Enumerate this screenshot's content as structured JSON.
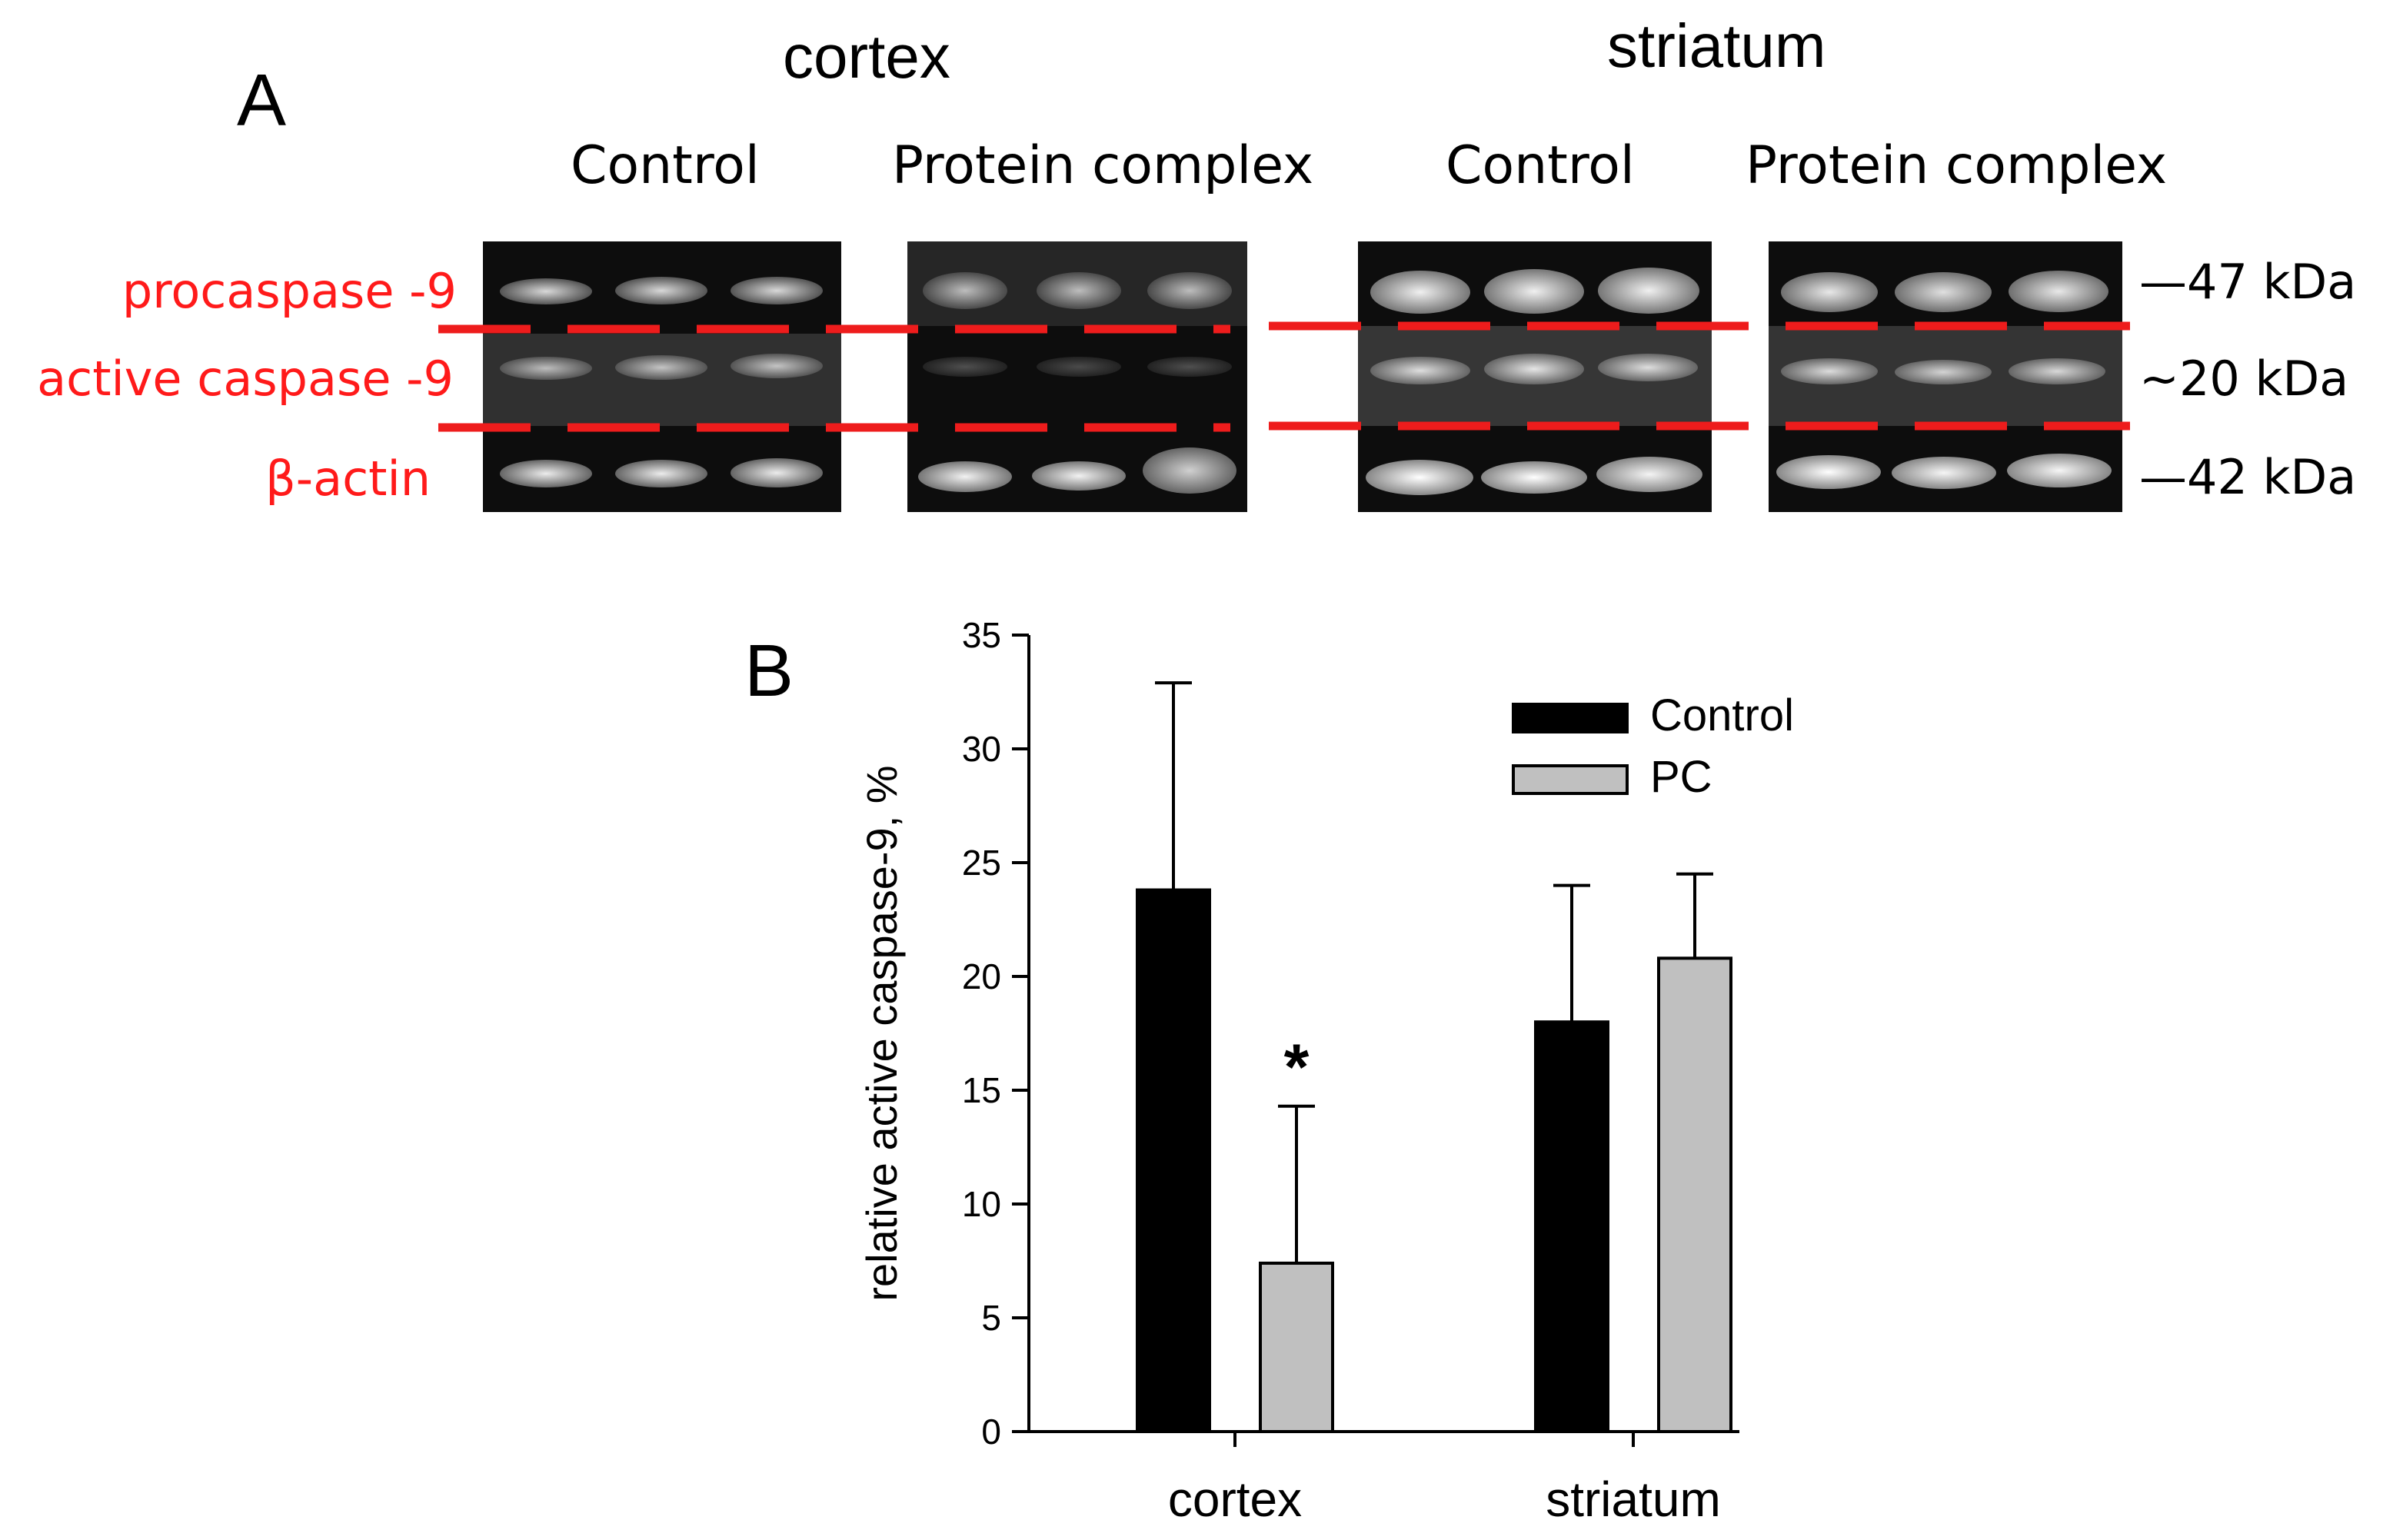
{
  "panel_a": {
    "letter": "A",
    "regions": [
      {
        "title": "cortex",
        "groups": [
          "Control",
          "Protein complex"
        ]
      },
      {
        "title": "striatum",
        "groups": [
          "Control",
          "Protein complex"
        ]
      }
    ],
    "row_labels": [
      "procaspase -9",
      "active caspase -9",
      "β-actin"
    ],
    "markers": [
      "—47 kDa",
      "~20 kDa",
      "—42 kDa"
    ],
    "colors": {
      "row_label": "#ff1a1a",
      "separator": "#ee1c1c",
      "blot_background": "#0d0d0d"
    }
  },
  "panel_b": {
    "letter": "B",
    "significance_mark": "*"
  },
  "chart_data": {
    "type": "bar",
    "categories": [
      "cortex",
      "striatum"
    ],
    "series": [
      {
        "name": "Control",
        "values": [
          23.8,
          18.0
        ],
        "errors": [
          9.1,
          6.0
        ],
        "color": "#000000"
      },
      {
        "name": "PC",
        "values": [
          7.4,
          20.8
        ],
        "errors": [
          6.9,
          3.7
        ],
        "color": "#c0c0c0"
      }
    ],
    "ylabel": "relative active caspase-9, %",
    "xlabel": "",
    "ylim": [
      0,
      35
    ],
    "yticks": [
      0,
      5,
      10,
      15,
      20,
      25,
      30,
      35
    ],
    "legend_position": "top-right",
    "grid": false,
    "annotations": [
      {
        "category": "cortex",
        "series": "PC",
        "text": "*"
      }
    ]
  }
}
